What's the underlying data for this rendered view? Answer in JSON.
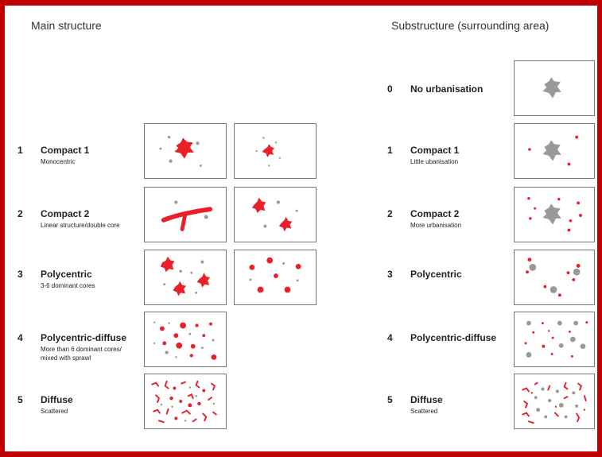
{
  "headings": {
    "main": "Main structure",
    "sub": "Substructure (surrounding area)"
  },
  "main_rows": [
    {
      "number": "1",
      "label": "Compact 1",
      "desc": "Monocentric"
    },
    {
      "number": "2",
      "label": "Compact 2",
      "desc": "Linear structure/double core"
    },
    {
      "number": "3",
      "label": "Polycentric",
      "desc": "3-6 dominant cores"
    },
    {
      "number": "4",
      "label": "Polycentric-diffuse",
      "desc": "More than 6 dominant cores/ mixed with sprawl"
    },
    {
      "number": "5",
      "label": "Diffuse",
      "desc": "Scattered"
    }
  ],
  "sub_rows": [
    {
      "number": "0",
      "label": "No urbanisation",
      "desc": ""
    },
    {
      "number": "1",
      "label": "Compact 1",
      "desc": "Little ubanisation"
    },
    {
      "number": "2",
      "label": "Compact 2",
      "desc": "More urbanisation"
    },
    {
      "number": "3",
      "label": "Polycentric",
      "desc": ""
    },
    {
      "number": "4",
      "label": "Polycentric-diffuse",
      "desc": ""
    },
    {
      "number": "5",
      "label": "Diffuse",
      "desc": "Scattered"
    }
  ],
  "colors": {
    "frame": "#c00000",
    "core": "#e8202a",
    "periphery": "#999999"
  }
}
